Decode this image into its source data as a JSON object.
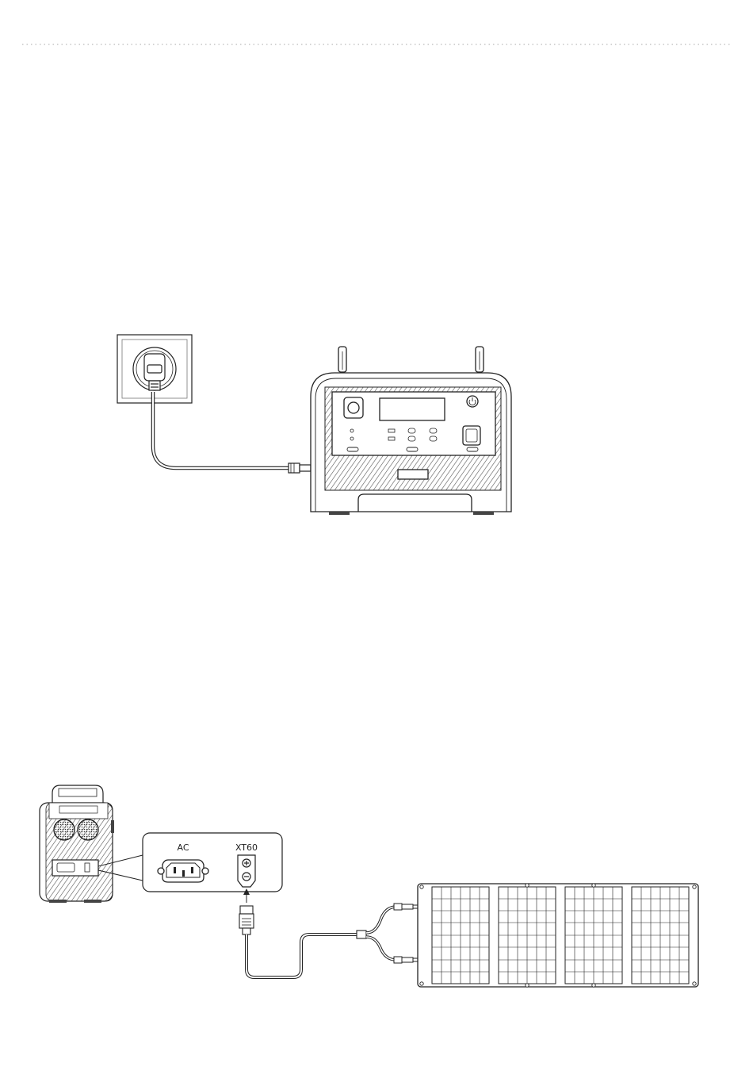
{
  "colors": {
    "line": "#222222",
    "light_line": "#888888",
    "separator": "#c8c8c8",
    "panel_fill": "#ffffff",
    "hatch_fill": "#e6e6e6"
  },
  "diagram_1": {
    "wall_outlet": {
      "icon": "wall-outlet-icon"
    },
    "charging_cable": {
      "icon": "ac-cable-icon"
    },
    "power_station": {
      "icon": "power-station-front-icon"
    }
  },
  "diagram_2": {
    "power_station_side": {
      "icon": "power-station-rear-icon"
    },
    "port_callout": {
      "ac_label": "AC",
      "xt60_label": "XT60"
    },
    "solar_cable": {
      "icon": "xt60-to-mc4-cable-icon"
    },
    "solar_panel": {
      "icon": "foldable-solar-panel-icon",
      "panel_count": 4
    }
  }
}
